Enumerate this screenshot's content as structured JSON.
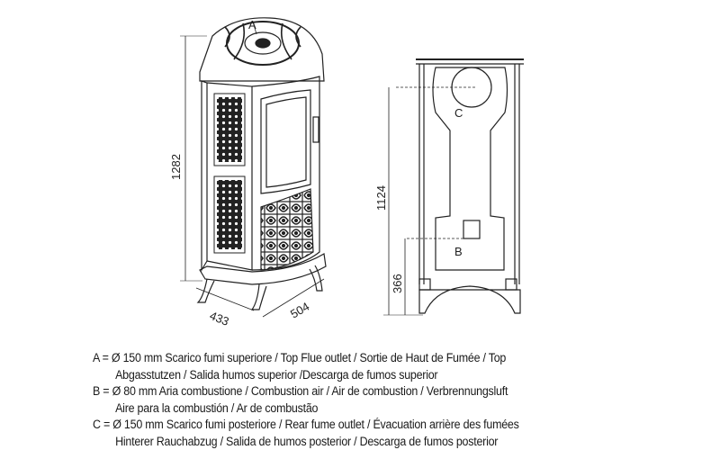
{
  "drawing": {
    "front_view": {
      "label_a": "A",
      "height_dim": "1282",
      "depth_dim": "433",
      "width_dim": "504"
    },
    "side_view": {
      "label_c": "C",
      "label_b": "B",
      "height_dim": "1124",
      "inlet_height_dim": "366"
    }
  },
  "legend": [
    {
      "line1": "A = Ø 150 mm  Scarico fumi superiore / Top Flue outlet / Sortie de Haut de Fumée / Top",
      "line2": "Abgasstutzen / Salida humos superior /Descarga de fumos superior"
    },
    {
      "line1": "B = Ø 80 mm  Aria combustione / Combustion air / Air de combustion / Verbrennungsluft",
      "line2": "Aire para la combustión / Ar de combustão"
    },
    {
      "line1": "C = Ø 150 mm  Scarico fumi posteriore / Rear fume outlet / Évacuation arrière des fumées",
      "line2": "Hinterer Rauchabzug / Salida de humos posterior / Descarga de fumos posterior"
    }
  ]
}
